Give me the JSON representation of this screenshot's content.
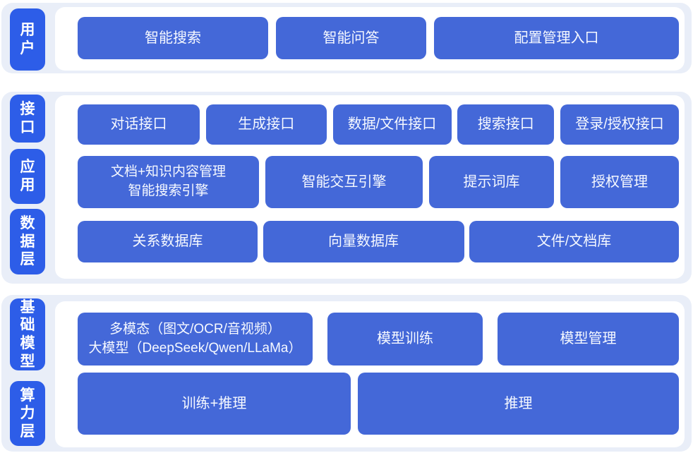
{
  "palette": {
    "band_background": "#e9eef8",
    "panel_background": "#ffffff",
    "layer_pill_blue": "#2d5de8",
    "block_blue": "#4468d8",
    "text_white": "#ffffff"
  },
  "sections": [
    {
      "layers": [
        {
          "label": "用户"
        }
      ],
      "rows": [
        {
          "buttons": [
            {
              "label": "智能搜索"
            },
            {
              "label": "智能问答"
            },
            {
              "label": "配置管理入口"
            }
          ]
        }
      ]
    },
    {
      "layers": [
        {
          "label": "接口"
        },
        {
          "label": "应用"
        },
        {
          "label": "数据层"
        }
      ],
      "rows": [
        {
          "buttons": [
            {
              "label": "对话接口"
            },
            {
              "label": "生成接口"
            },
            {
              "label": "数据/文件接口"
            },
            {
              "label": "搜索接口"
            },
            {
              "label": "登录/授权接口"
            }
          ]
        },
        {
          "buttons": [
            {
              "label": "文档+知识内容管理\n智能搜索引擎"
            },
            {
              "label": "智能交互引擎"
            },
            {
              "label": "提示词库"
            },
            {
              "label": "授权管理"
            }
          ]
        },
        {
          "buttons": [
            {
              "label": "关系数据库"
            },
            {
              "label": "向量数据库"
            },
            {
              "label": "文件/文档库"
            }
          ]
        }
      ]
    },
    {
      "layers": [
        {
          "label": "基础模型"
        },
        {
          "label": "算力层"
        }
      ],
      "rows": [
        {
          "buttons": [
            {
              "label": "多模态（图文/OCR/音视频）\n大模型（DeepSeek/Qwen/LLaMa）"
            },
            {
              "label": "模型训练"
            },
            {
              "label": "模型管理"
            }
          ]
        },
        {
          "buttons": [
            {
              "label": "训练+推理"
            },
            {
              "label": "推理"
            }
          ]
        }
      ]
    }
  ]
}
